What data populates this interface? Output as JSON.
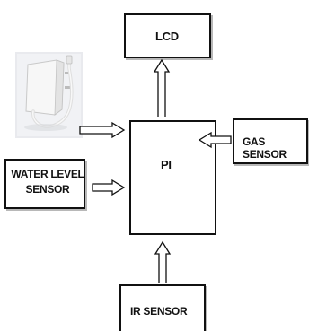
{
  "diagram": {
    "nodes": {
      "lcd": {
        "label": "LCD"
      },
      "pi": {
        "label": "PI"
      },
      "gas_sensor": {
        "label": "GAS SENSOR"
      },
      "water_level_sensor": {
        "label_line1": "WATER LEVEL",
        "label_line2": "SENSOR"
      },
      "ir_sensor": {
        "label": "IR SENSOR"
      },
      "power_adapter": {
        "icon": "power-adapter-photo"
      }
    },
    "edges": [
      {
        "from": "pi",
        "to": "lcd",
        "style": "hollow-double-line-arrow"
      },
      {
        "from": "gas_sensor",
        "to": "pi",
        "style": "hollow-double-line-arrow"
      },
      {
        "from": "power_adapter",
        "to": "pi",
        "style": "hollow-double-line-arrow"
      },
      {
        "from": "water_level_sensor",
        "to": "pi",
        "style": "hollow-double-line-arrow"
      },
      {
        "from": "ir_sensor",
        "to": "pi",
        "style": "hollow-double-line-arrow"
      }
    ],
    "colors": {
      "stroke": "#111111",
      "box_shadow": "#b8b8b8",
      "adapter_body": "#f4f4f4",
      "photo_background": "#e9eaee"
    }
  }
}
